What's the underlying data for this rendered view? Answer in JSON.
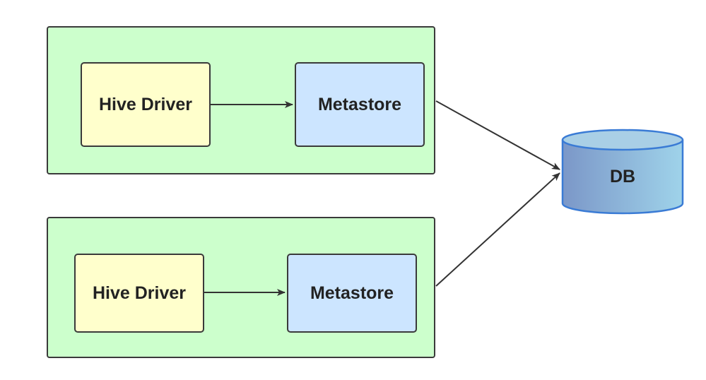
{
  "groups": [
    {
      "driver_label": "Hive Driver",
      "metastore_label": "Metastore"
    },
    {
      "driver_label": "Hive Driver",
      "metastore_label": "Metastore"
    }
  ],
  "database": {
    "label": "DB"
  },
  "colors": {
    "group_fill": "#ccffcc",
    "driver_fill": "#ffffcc",
    "metastore_fill": "#cce5ff",
    "db_fill_left": "#7b97c8",
    "db_fill_right": "#9fd3ea",
    "db_stroke": "#3a7bd5",
    "stroke": "#3a3a3a"
  }
}
